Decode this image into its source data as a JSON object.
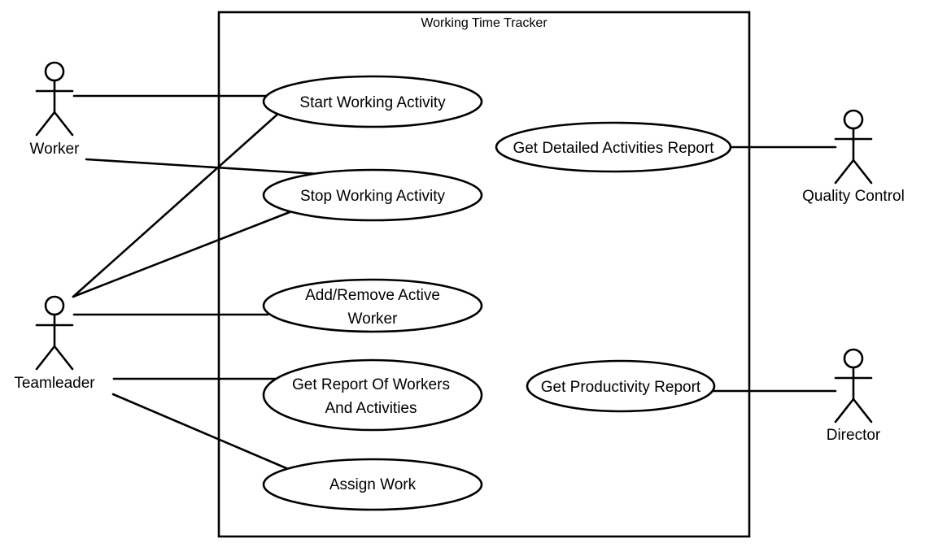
{
  "system": {
    "title": "Working Time Tracker"
  },
  "actors": {
    "worker": {
      "name": "Worker"
    },
    "teamleader": {
      "name": "Teamleader"
    },
    "quality_control": {
      "name": "Quality Control"
    },
    "director": {
      "name": "Director"
    }
  },
  "use_cases": {
    "start_working_activity": {
      "lines": [
        "Start Working Activity"
      ]
    },
    "stop_working_activity": {
      "lines": [
        "Stop Working Activity"
      ]
    },
    "add_remove_active_worker": {
      "lines": [
        "Add/Remove Active",
        "Worker"
      ]
    },
    "get_report_workers_activities": {
      "lines": [
        "Get Report Of Workers",
        "And Activities"
      ]
    },
    "assign_work": {
      "lines": [
        "Assign Work"
      ]
    },
    "get_detailed_activities_report": {
      "lines": [
        "Get Detailed Activities Report"
      ]
    },
    "get_productivity_report": {
      "lines": [
        "Get Productivity Report"
      ]
    }
  },
  "associations": [
    {
      "actor": "Worker",
      "use_case": "Start Working Activity"
    },
    {
      "actor": "Worker",
      "use_case": "Stop Working Activity"
    },
    {
      "actor": "Teamleader",
      "use_case": "Start Working Activity"
    },
    {
      "actor": "Teamleader",
      "use_case": "Stop Working Activity"
    },
    {
      "actor": "Teamleader",
      "use_case": "Add/Remove Active Worker"
    },
    {
      "actor": "Teamleader",
      "use_case": "Get Report Of Workers And Activities"
    },
    {
      "actor": "Teamleader",
      "use_case": "Assign Work"
    },
    {
      "actor": "Quality Control",
      "use_case": "Get Detailed Activities Report"
    },
    {
      "actor": "Director",
      "use_case": "Get Productivity Report"
    }
  ]
}
